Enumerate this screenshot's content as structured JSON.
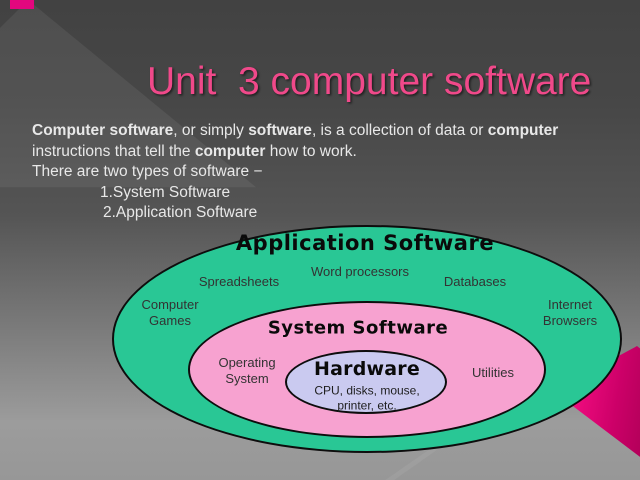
{
  "slide": {
    "title": "Unit  3 computer software",
    "body_lines": [
      {
        "segments": [
          {
            "t": "Computer software",
            "b": 1
          },
          {
            "t": ", or simply ",
            "b": 0
          },
          {
            "t": "software",
            "b": 1
          },
          {
            "t": ", is a collection of data or ",
            "b": 0
          },
          {
            "t": "computer",
            "b": 1
          }
        ]
      },
      {
        "segments": [
          {
            "t": "instructions that tell the ",
            "b": 0
          },
          {
            "t": "computer",
            "b": 1
          },
          {
            "t": " how to work.",
            "b": 0
          }
        ]
      },
      {
        "segments": [
          {
            "t": "There are two types of software −",
            "b": 0
          }
        ]
      },
      {
        "segments": [
          {
            "t": "1.System Software",
            "b": 0
          }
        ]
      },
      {
        "segments": [
          {
            "t": "2.Application Software",
            "b": 0
          }
        ]
      }
    ],
    "diagram": {
      "application_title": "Application Software",
      "system_title": "System Software",
      "hardware_title": "Hardware",
      "hardware_sub": "CPU, disks, mouse,\nprinter, etc.",
      "labels": {
        "word_processors": "Word processors",
        "spreadsheets": "Spreadsheets",
        "databases": "Databases",
        "computer_games": "Computer\nGames",
        "internet_browsers": "Internet\nBrowsers",
        "operating_system": "Operating\nSystem",
        "utilities": "Utilities"
      }
    },
    "colors": {
      "title_pink": "#f0498a",
      "application_green": "#29c795",
      "system_pink": "#f7a2d0",
      "hardware_lavender": "#cacaf0",
      "accent_magenta": "#e3077e"
    }
  }
}
